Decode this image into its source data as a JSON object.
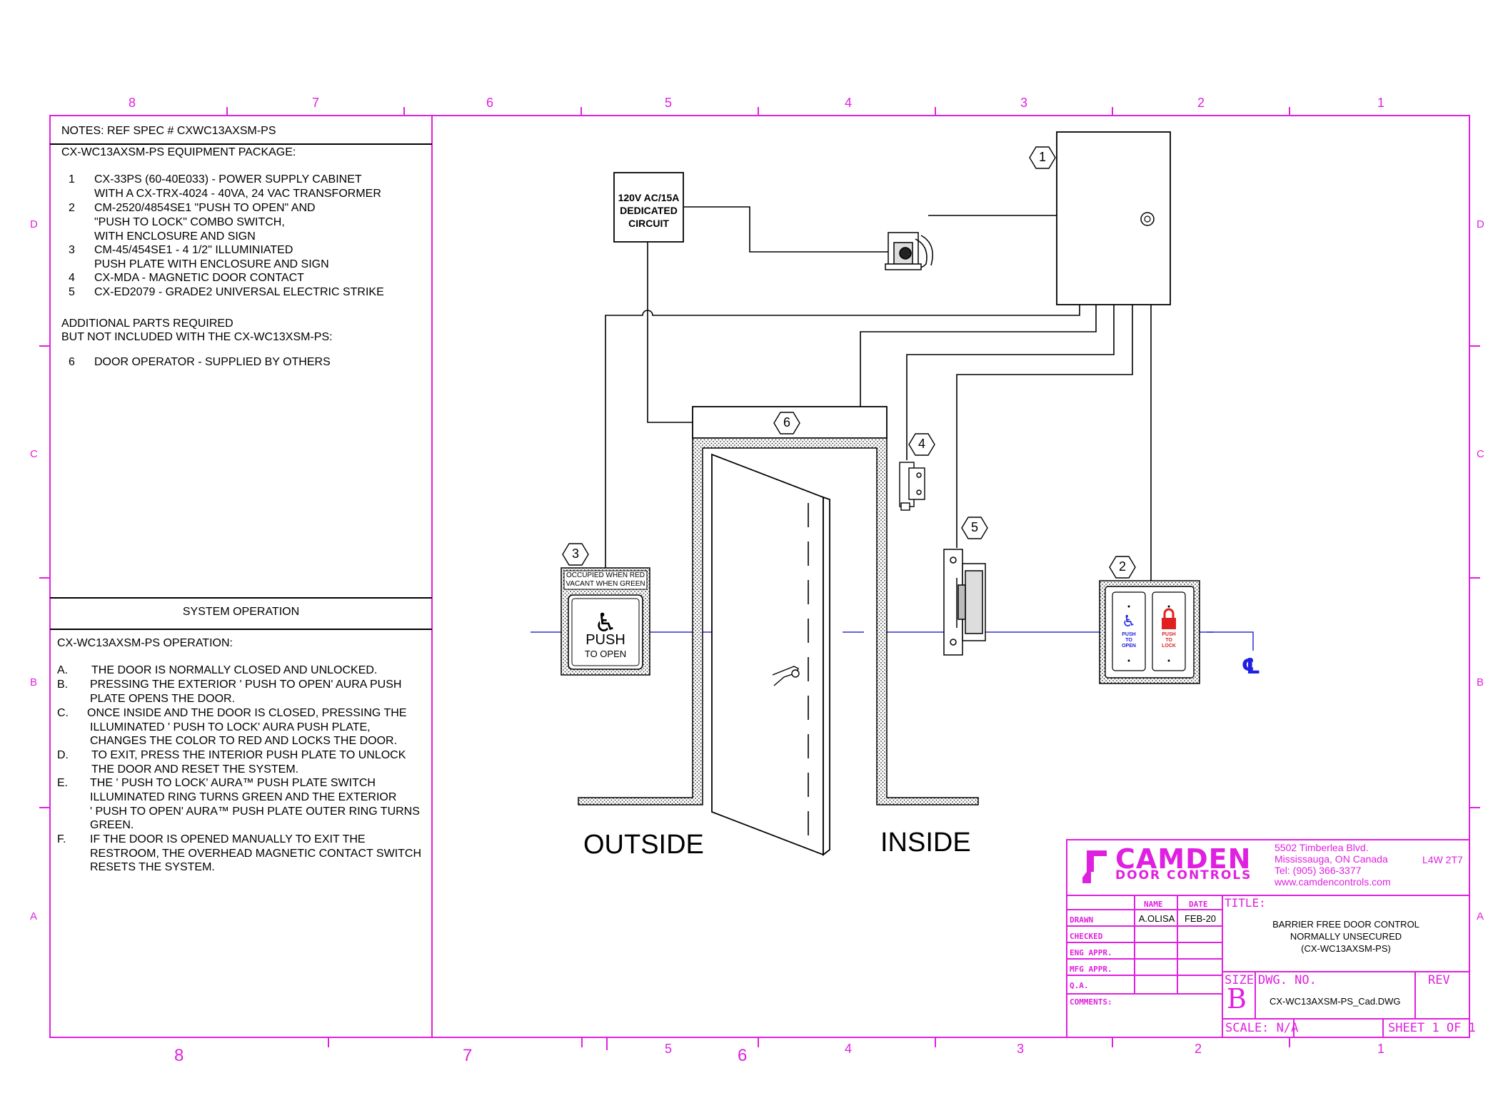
{
  "zones": {
    "top": [
      "8",
      "7",
      "6",
      "5",
      "4",
      "3",
      "2",
      "1"
    ],
    "bottom": [
      "8",
      "7",
      "6",
      "5",
      "4",
      "3",
      "2",
      "1"
    ],
    "rows": [
      "D",
      "C",
      "B",
      "A"
    ]
  },
  "notes": {
    "header": "NOTES:  REF SPEC # CXWC13AXSM-PS",
    "package_title": "CX-WC13AXSM-PS EQUIPMENT PACKAGE:",
    "items": [
      {
        "n": "1",
        "lines": [
          "CX-33PS (60-40E033) - POWER SUPPLY CABINET",
          "WITH A CX-TRX-4024 - 40VA, 24 VAC TRANSFORMER"
        ]
      },
      {
        "n": "2",
        "lines": [
          "CM-2520/4854SE1 \"PUSH TO OPEN\" AND",
          "\"PUSH TO LOCK\" COMBO SWITCH,",
          " WITH ENCLOSURE AND SIGN"
        ]
      },
      {
        "n": "3",
        "lines": [
          "CM-45/454SE1 - 4 1/2\" ILLUMINIATED",
          "PUSH PLATE WITH ENCLOSURE AND SIGN"
        ]
      },
      {
        "n": "4",
        "lines": [
          "CX-MDA - MAGNETIC DOOR CONTACT"
        ]
      },
      {
        "n": "5",
        "lines": [
          "CX-ED2079 - GRADE2 UNIVERSAL ELECTRIC STRIKE"
        ]
      }
    ],
    "additional_1": "ADDITIONAL PARTS REQUIRED",
    "additional_2": "BUT NOT INCLUDED WITH THE CX-WC13XSM-PS:",
    "extra_item": {
      "n": "6",
      "text": "DOOR OPERATOR - SUPPLIED BY OTHERS"
    }
  },
  "operation": {
    "section_title": "SYSTEM OPERATION",
    "title": "CX-WC13AXSM-PS OPERATION:",
    "steps": [
      {
        "k": "A.",
        "lines": [
          "THE DOOR IS NORMALLY CLOSED AND UNLOCKED."
        ]
      },
      {
        "k": "B.",
        "lines": [
          "PRESSING THE EXTERIOR ' PUSH TO OPEN' AURA PUSH",
          "PLATE OPENS THE DOOR."
        ]
      },
      {
        "k": "C.",
        "lines": [
          "ONCE INSIDE AND THE DOOR IS CLOSED, PRESSING THE",
          "ILLUMINATED ' PUSH TO LOCK' AURA PUSH PLATE,",
          "CHANGES THE COLOR TO RED AND LOCKS THE DOOR."
        ]
      },
      {
        "k": "D.",
        "lines": [
          "TO EXIT, PRESS THE INTERIOR PUSH PLATE TO UNLOCK",
          "THE DOOR AND RESET THE SYSTEM."
        ]
      },
      {
        "k": "E.",
        "lines": [
          "THE ' PUSH TO LOCK' AURA™ PUSH PLATE SWITCH",
          "ILLUMINATED RING TURNS GREEN AND THE EXTERIOR",
          "' PUSH TO OPEN' AURA™ PUSH PLATE OUTER RING TURNS",
          "GREEN."
        ]
      },
      {
        "k": "F.",
        "lines": [
          "IF THE DOOR IS OPENED MANUALLY TO EXIT THE",
          "RESTROOM, THE OVERHEAD MAGNETIC CONTACT SWITCH",
          "RESETS THE SYSTEM."
        ]
      }
    ]
  },
  "diagram": {
    "circuit_lines": [
      "120V AC/15A",
      "DEDICATED",
      "CIRCUIT"
    ],
    "callouts": [
      "1",
      "2",
      "3",
      "4",
      "5",
      "6"
    ],
    "sign_top": "OCCUPIED WHEN RED",
    "sign_bottom": "VACANT WHEN GREEN",
    "push_label": "PUSH",
    "to_open_label": "TO OPEN",
    "switch_left_lines": [
      "PUSH",
      "TO",
      "OPEN"
    ],
    "switch_right_lines": [
      "PUSH",
      "TO",
      "LOCK"
    ],
    "outside_label": "OUTSIDE",
    "inside_label": "INSIDE",
    "centerline_symbol": "℄"
  },
  "title_block": {
    "company_line1": "CAMDEN",
    "company_line2": "DOOR CONTROLS",
    "address_lines": [
      "5502 Timberlea Blvd.",
      "Mississauga, ON  Canada",
      "Tel: (905) 366-3377",
      "www.camdencontrols.com"
    ],
    "postal": "L4W 2T7",
    "name_header": "NAME",
    "date_header": "DATE",
    "title_header": "TITLE:",
    "rows": [
      "DRAWN",
      "CHECKED",
      "ENG APPR.",
      "MFG APPR.",
      "Q.A.",
      "COMMENTS:"
    ],
    "drawn_name": "A.OLISA",
    "drawn_date": "FEB-20",
    "title_lines": [
      "BARRIER FREE DOOR CONTROL",
      "NORMALLY UNSECURED",
      "(CX-WC13AXSM-PS)"
    ],
    "size_header": "SIZE",
    "size_value": "B",
    "dwg_header": "DWG.  NO.",
    "dwg_value": "CX-WC13AXSM-PS_Cad.DWG",
    "rev_header": "REV",
    "scale": "SCALE: N/A",
    "sheet": "SHEET  1  OF  1"
  },
  "colors": {
    "border": "#e020e0",
    "centerline": "#3030d0",
    "wire": "#000000",
    "lock_red": "#e02020",
    "open_blue": "#2020e0"
  }
}
